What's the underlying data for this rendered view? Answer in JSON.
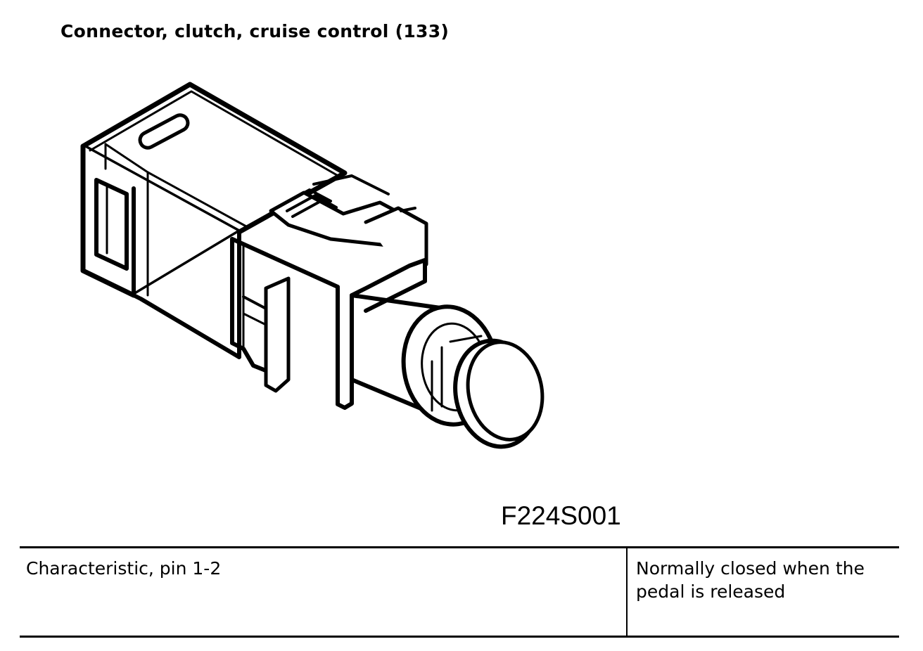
{
  "title": "Connector, clutch, cruise control (133)",
  "figure": {
    "code": "F224S001",
    "subject": "clutch pedal switch connector"
  },
  "table": {
    "rows": [
      {
        "label": "Characteristic, pin 1-2",
        "value_line1": "Normally closed when the",
        "value_line2": "pedal is released"
      }
    ]
  }
}
